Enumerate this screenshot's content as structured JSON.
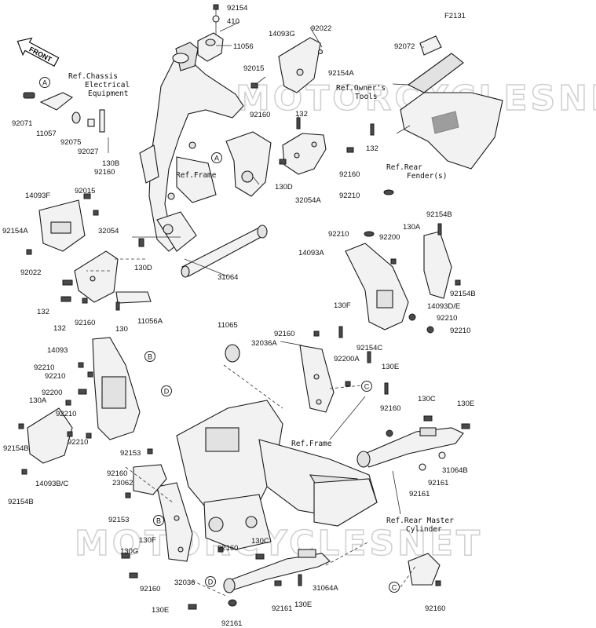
{
  "figure_code": "F2131",
  "front_label": "FRONT",
  "watermark": "MOTORCYCLESNET",
  "refs": {
    "chassis": [
      "Ref.Chassis",
      "Electrical",
      "Equipment"
    ],
    "owners_tools": [
      "Ref.Owner's",
      "Tools"
    ],
    "rear_fender": [
      "Ref.Rear",
      "Fender(s)"
    ],
    "frame_top": "Ref.Frame",
    "frame_mid": "Ref.Frame",
    "rear_master": [
      "Ref.Rear Master",
      "Cylinder"
    ]
  },
  "callouts": [
    "A",
    "A",
    "B",
    "B",
    "C",
    "C",
    "D",
    "D"
  ],
  "parts": [
    "92154",
    "410",
    "11056",
    "14093G",
    "92022",
    "92154A",
    "92072",
    "92015",
    "92160",
    "132",
    "132",
    "92071",
    "11057",
    "92075",
    "92027",
    "130B",
    "92160",
    "130D",
    "92160",
    "32054A",
    "14093F",
    "92015",
    "92154A",
    "92022",
    "32054",
    "130D",
    "31064",
    "132",
    "132",
    "92160",
    "130",
    "11056A",
    "92210",
    "92210",
    "92200",
    "130A",
    "92154B",
    "14093A",
    "92154B",
    "14093D/E",
    "130F",
    "92210",
    "92210",
    "11065",
    "92160",
    "32036A",
    "92154C",
    "92200A",
    "130E",
    "14093",
    "92210",
    "92210",
    "92200",
    "130A",
    "92210",
    "92154B",
    "92210",
    "14093B/C",
    "92154B",
    "92153",
    "92160",
    "23062",
    "92160",
    "130C",
    "130E",
    "31064B",
    "92161",
    "92161",
    "92153",
    "130F",
    "130G",
    "92160",
    "32036",
    "92160",
    "130C",
    "31064A",
    "92161",
    "130E",
    "92161",
    "130E",
    "92160"
  ]
}
